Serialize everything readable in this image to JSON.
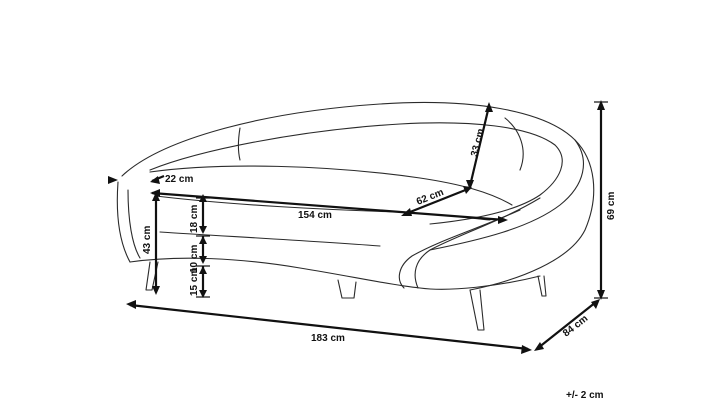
{
  "dimensions": {
    "depth_top": "33 cm",
    "arm_width": "22 cm",
    "seat_depth": "62 cm",
    "seat_width": "154 cm",
    "seat_to_backrest": "18 cm",
    "cushion_thickness": "10 cm",
    "leg_height": "15 cm",
    "seat_height": "43 cm",
    "total_height": "69 cm",
    "total_width": "183 cm",
    "total_depth": "84 cm"
  },
  "tolerance": "+/- 2 cm"
}
